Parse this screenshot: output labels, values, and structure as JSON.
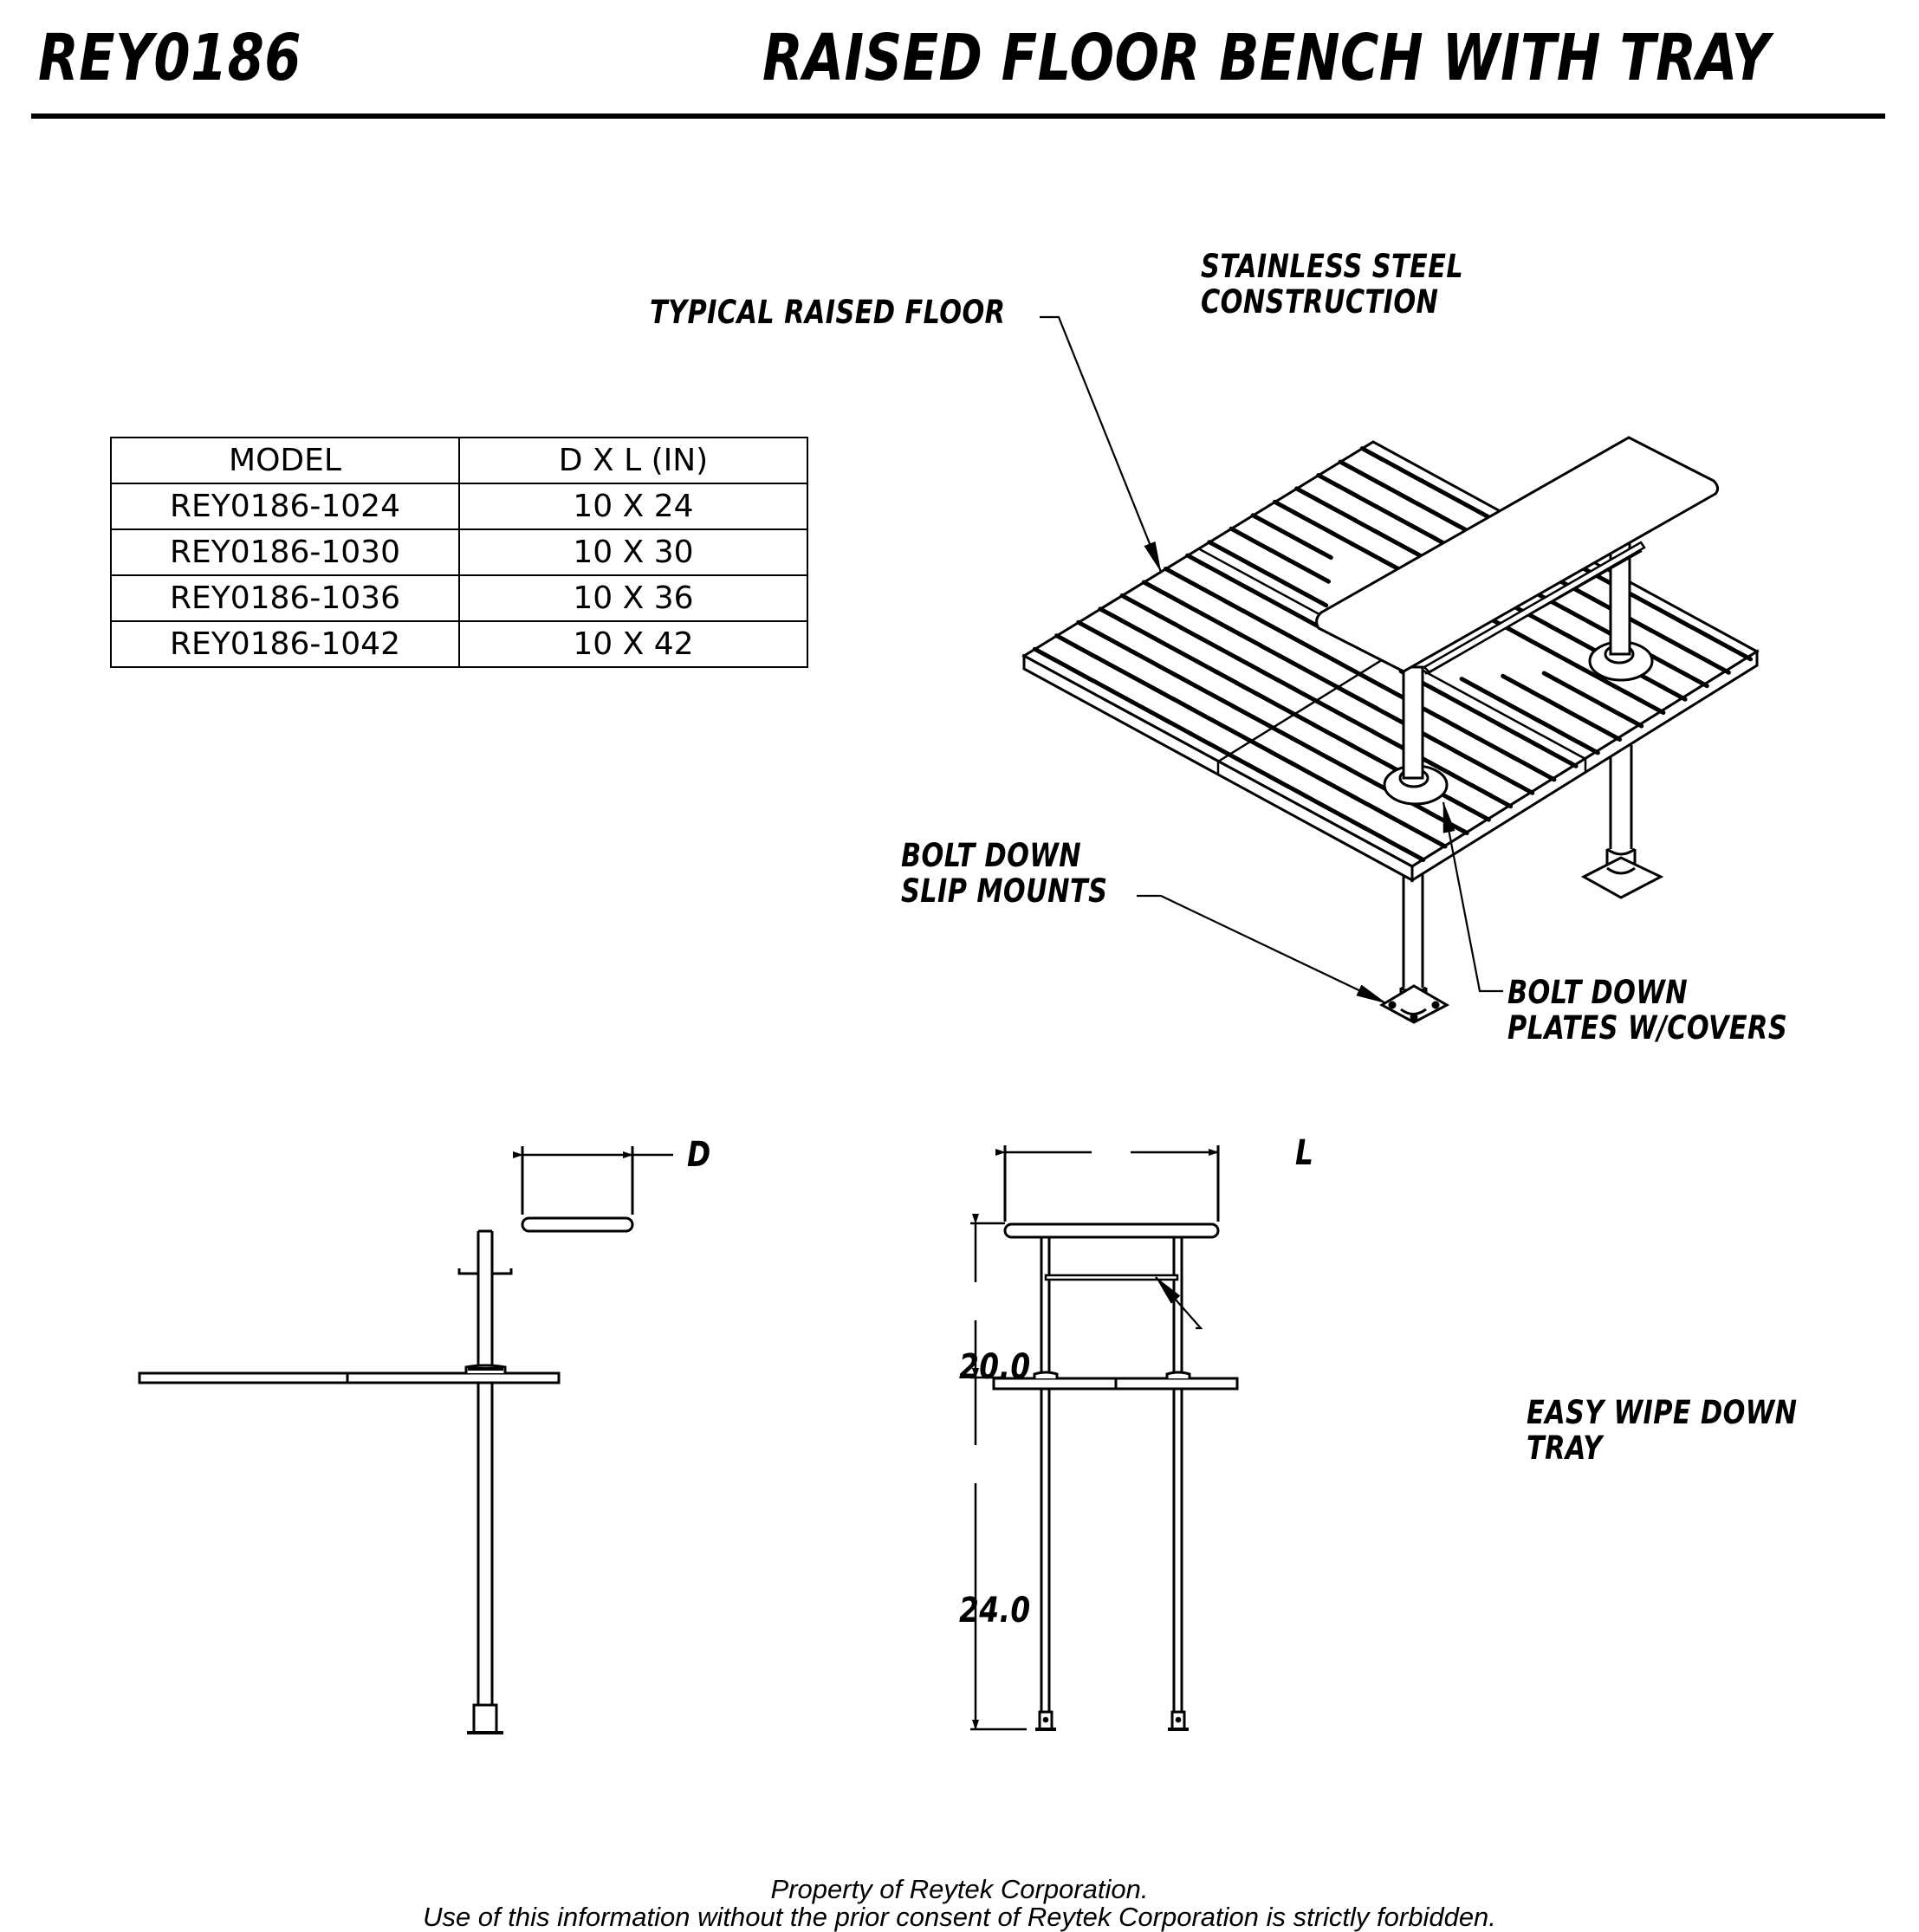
{
  "header": {
    "model_code": "REY0186",
    "title": "RAISED FLOOR BENCH WITH TRAY"
  },
  "model_table": {
    "columns": [
      "MODEL",
      "D X L (IN)"
    ],
    "rows": [
      {
        "model": "REY0186-1024",
        "size": "10 X 24"
      },
      {
        "model": "REY0186-1030",
        "size": "10 X 30"
      },
      {
        "model": "REY0186-1036",
        "size": "10 X 36"
      },
      {
        "model": "REY0186-1042",
        "size": "10 X 42"
      }
    ]
  },
  "isometric_callouts": {
    "raised_floor": "TYPICAL RAISED FLOOR",
    "construction_line1": "STAINLESS STEEL",
    "construction_line2": "CONSTRUCTION",
    "slip_mounts_line1": "BOLT DOWN",
    "slip_mounts_line2": "SLIP MOUNTS",
    "plates_line1": "BOLT DOWN",
    "plates_line2": "PLATES W/COVERS"
  },
  "side_view": {
    "depth_label": "D"
  },
  "front_view": {
    "length_label": "L",
    "upper_height": "20.0",
    "lower_height": "24.0",
    "tray_callout_line1": "EASY WIPE DOWN",
    "tray_callout_line2": "TRAY"
  },
  "footer": {
    "line1": "Property of Reytek Corporation.",
    "line2": "Use of this information without the prior consent of Reytek Corporation is strictly forbidden."
  },
  "colors": {
    "ink": "#000000",
    "paper": "#ffffff"
  }
}
